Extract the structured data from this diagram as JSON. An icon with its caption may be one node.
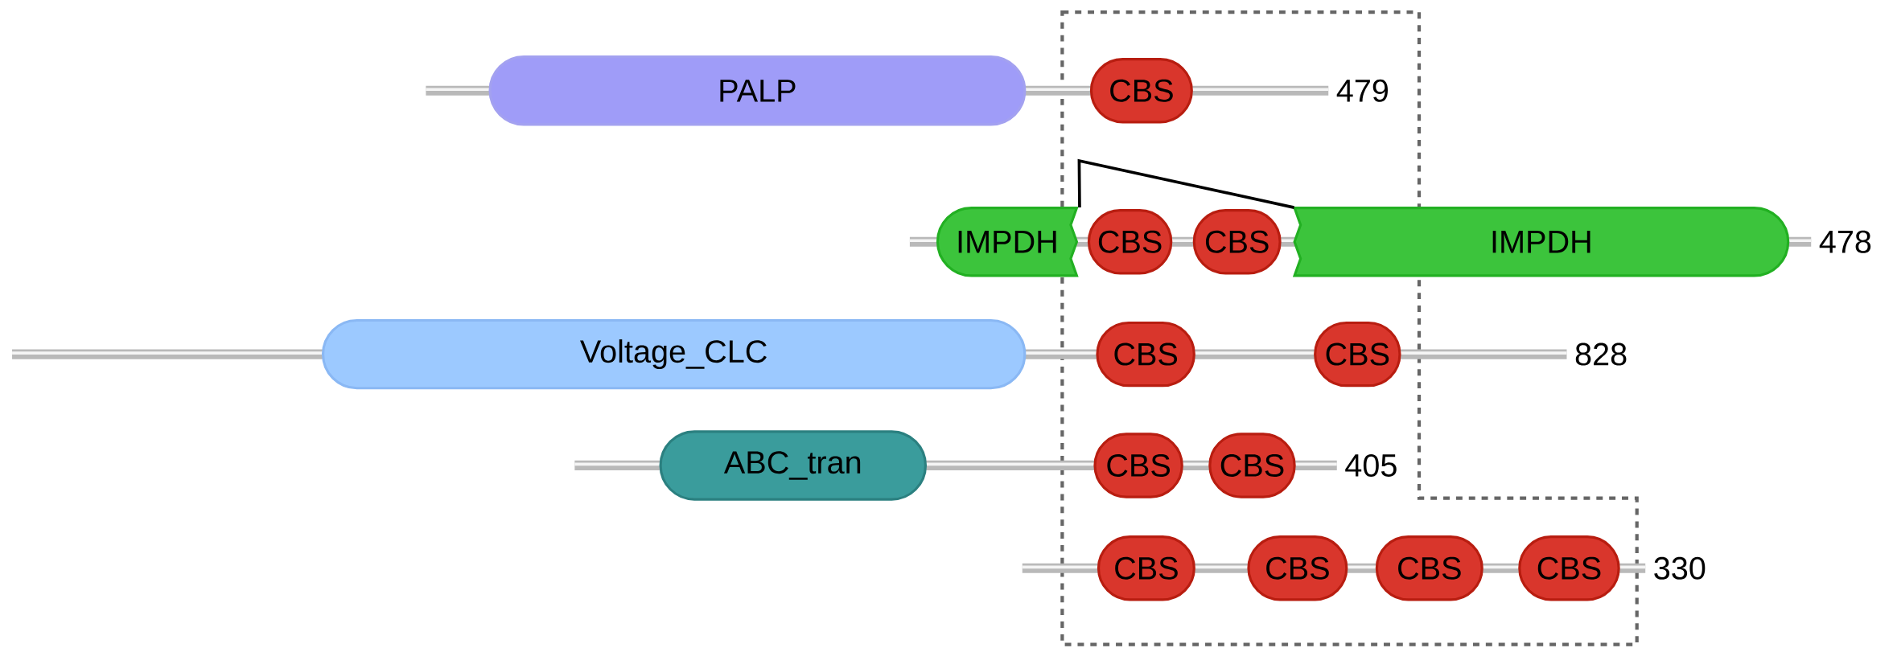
{
  "diagram": {
    "nodes": [
      {
        "text": [
          "PALP"
        ]
      },
      {
        "text": [
          "CBS"
        ]
      },
      {
        "text": [
          "IMPDH"
        ]
      },
      {
        "text": [
          "CBS"
        ]
      },
      {
        "text": [
          "CBS"
        ]
      },
      {
        "text": [
          "IMPDH"
        ]
      },
      {
        "text": [
          "Voltage_CLC"
        ]
      },
      {
        "text": [
          "CBS"
        ]
      },
      {
        "text": [
          "CBS"
        ]
      },
      {
        "text": [
          "ABC_tran"
        ]
      },
      {
        "text": [
          "CBS"
        ]
      },
      {
        "text": [
          "CBS"
        ]
      },
      {
        "text": [
          "CBS"
        ]
      },
      {
        "text": [
          "CBS"
        ]
      },
      {
        "text": [
          "CBS"
        ]
      },
      {
        "text": [
          "CBS"
        ]
      }
    ],
    "edges": [
      {
        "from": 2,
        "to": 5,
        "arrow": "none"
      }
    ],
    "labels": [
      "479",
      "478",
      "828",
      "405",
      "330"
    ]
  }
}
